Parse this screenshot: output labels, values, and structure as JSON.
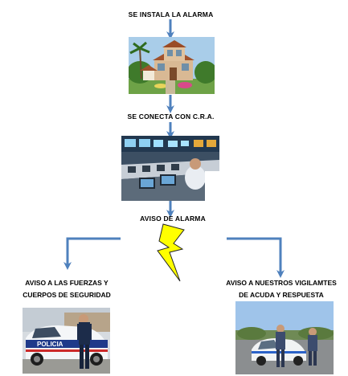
{
  "flow": {
    "step1": "SE INSTALA LA ALARMA",
    "step2": "SE CONECTA CON C.R.A.",
    "step3": "AVISO DE ALARMA",
    "left_branch": [
      "AVISO A LAS FUERZAS Y",
      "CUERPOS DE SEGURIDAD"
    ],
    "right_branch": [
      "AVISO A NUESTROS VIGILAMTES",
      "DE ACUDA Y RESPUESTA"
    ]
  },
  "photos": {
    "police_car_text": "POLICIA"
  },
  "colors": {
    "arrow": "#4f81bd",
    "lightning_fill": "#ffff00",
    "lightning_stroke": "#222222",
    "text": "#000000"
  },
  "icons": {
    "alarm": "lightning-bolt-icon"
  }
}
